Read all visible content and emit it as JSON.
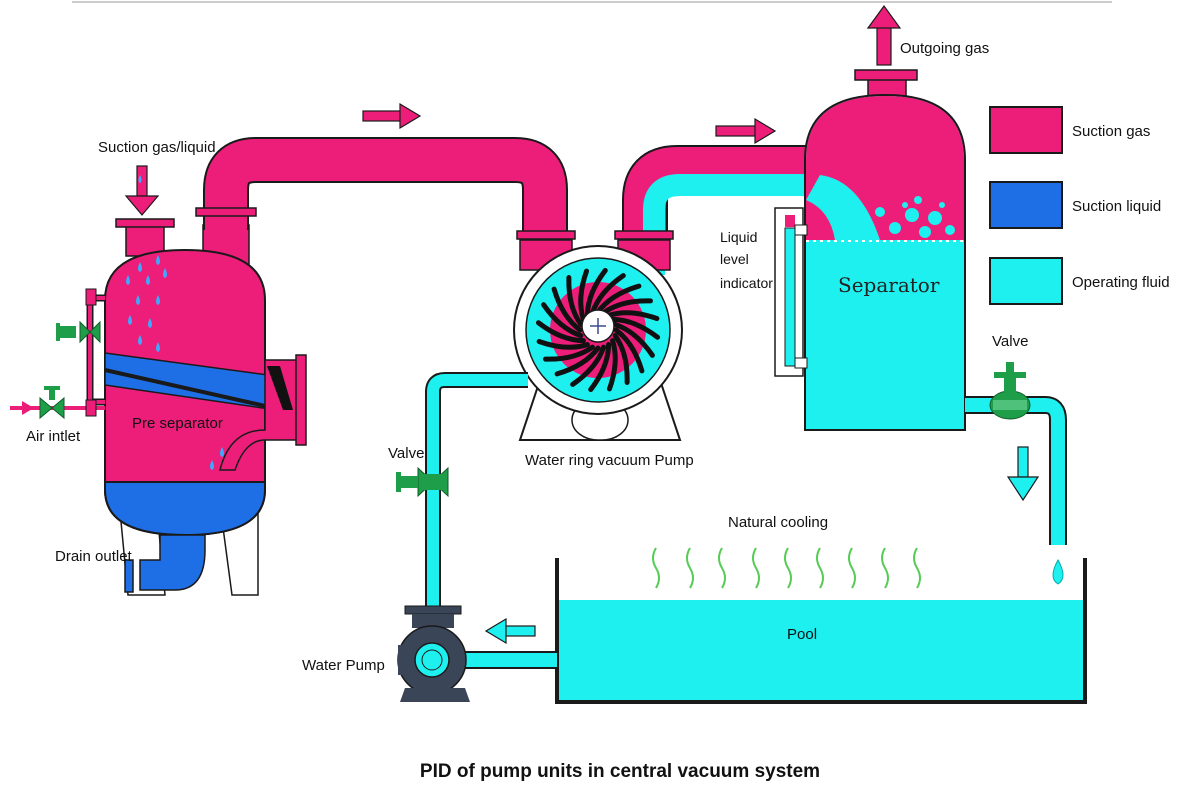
{
  "caption": "PID of pump units in central vacuum system",
  "colors": {
    "suction_gas": "#ec1e79",
    "suction_liquid": "#1e6fe6",
    "operating_fluid": "#1ef0f0",
    "valve": "#1f9e4a",
    "pump_body": "#3a4658",
    "cooling_wave": "#55cc55",
    "outline": "#1a1a1a"
  },
  "labels": {
    "suction_gas_liquid": "Suction gas/liquid",
    "air_inlet": "Air intlet",
    "pre_separator": "Pre separator",
    "drain_outlet": "Drain outlet",
    "water_ring_pump": "Water ring vacuum Pump",
    "separator": "Separator",
    "liquid_level_indicator_1": "Liquid",
    "liquid_level_indicator_2": "level",
    "liquid_level_indicator_3": "indicator",
    "outgoing_gas": "Outgoing gas",
    "valve_right": "Valve",
    "valve_left": "Valve",
    "natural_cooling": "Natural cooling",
    "pool": "Pool",
    "water_pump": "Water  Pump"
  },
  "legend": [
    {
      "label": "Suction gas",
      "color": "#ec1e79"
    },
    {
      "label": "Suction liquid",
      "color": "#1e6fe6"
    },
    {
      "label": "Operating fluid",
      "color": "#1ef0f0"
    }
  ],
  "icons": {
    "flow_arrow": "arrow-right-icon",
    "drop": "droplet-icon",
    "valve": "valve-icon",
    "pump": "pump-icon",
    "impeller": "impeller-icon"
  }
}
